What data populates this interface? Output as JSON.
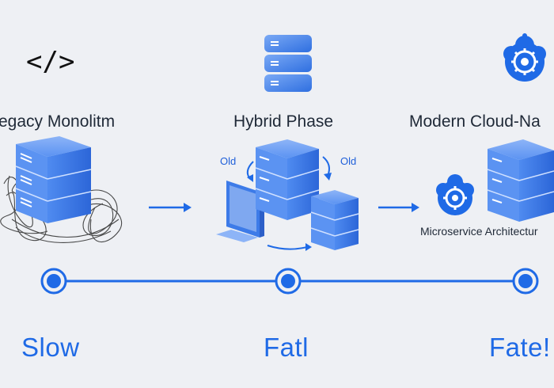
{
  "stages": [
    {
      "title": "egacy Monolitm",
      "speed": "Slow",
      "icon": "code-brackets-icon"
    },
    {
      "title": "Hybrid Phase",
      "speed": "Fatl",
      "icon": "server-stack-icon"
    },
    {
      "title": "Modern Cloud-Na",
      "speed": "Fate!",
      "icon": "cloud-gear-icon"
    }
  ],
  "hybrid": {
    "old_left": "Old",
    "old_right": "Old"
  },
  "modern": {
    "microservice_label": "Microservice Architectur"
  },
  "code_glyph": "</>",
  "colors": {
    "accent": "#1f6ae6",
    "server_top": "#5b93f2",
    "server_body": "#3d7be8",
    "background": "#eef0f4"
  }
}
